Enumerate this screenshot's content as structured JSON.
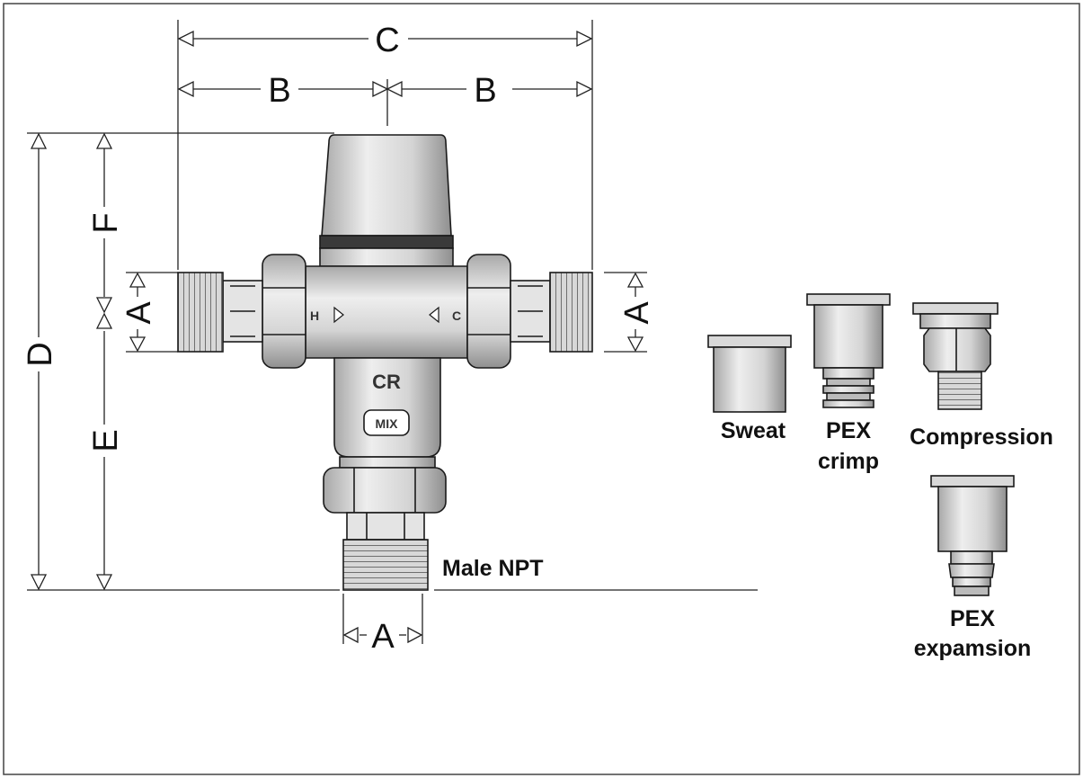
{
  "dimensions": {
    "A_top": "A",
    "A_left": "A",
    "A_right": "A",
    "B_left": "B",
    "B_right": "B",
    "C": "C",
    "D": "D",
    "E": "E",
    "F": "F"
  },
  "valve_markings": {
    "hot": "H",
    "cold": "C",
    "logo": "CR",
    "mix": "MIX"
  },
  "labels": {
    "male_npt": "Male NPT",
    "sweat": "Sweat",
    "pex_crimp_1": "PEX",
    "pex_crimp_2": "crimp",
    "compression": "Compression",
    "pex_expansion_1": "PEX",
    "pex_expansion_2": "expamsion"
  },
  "colors": {
    "body_light": "#e6e6e6",
    "body_mid": "#cfcfcf",
    "body_dark": "#9a9a9a",
    "outline": "#1a1a1a",
    "border": "#444444"
  }
}
